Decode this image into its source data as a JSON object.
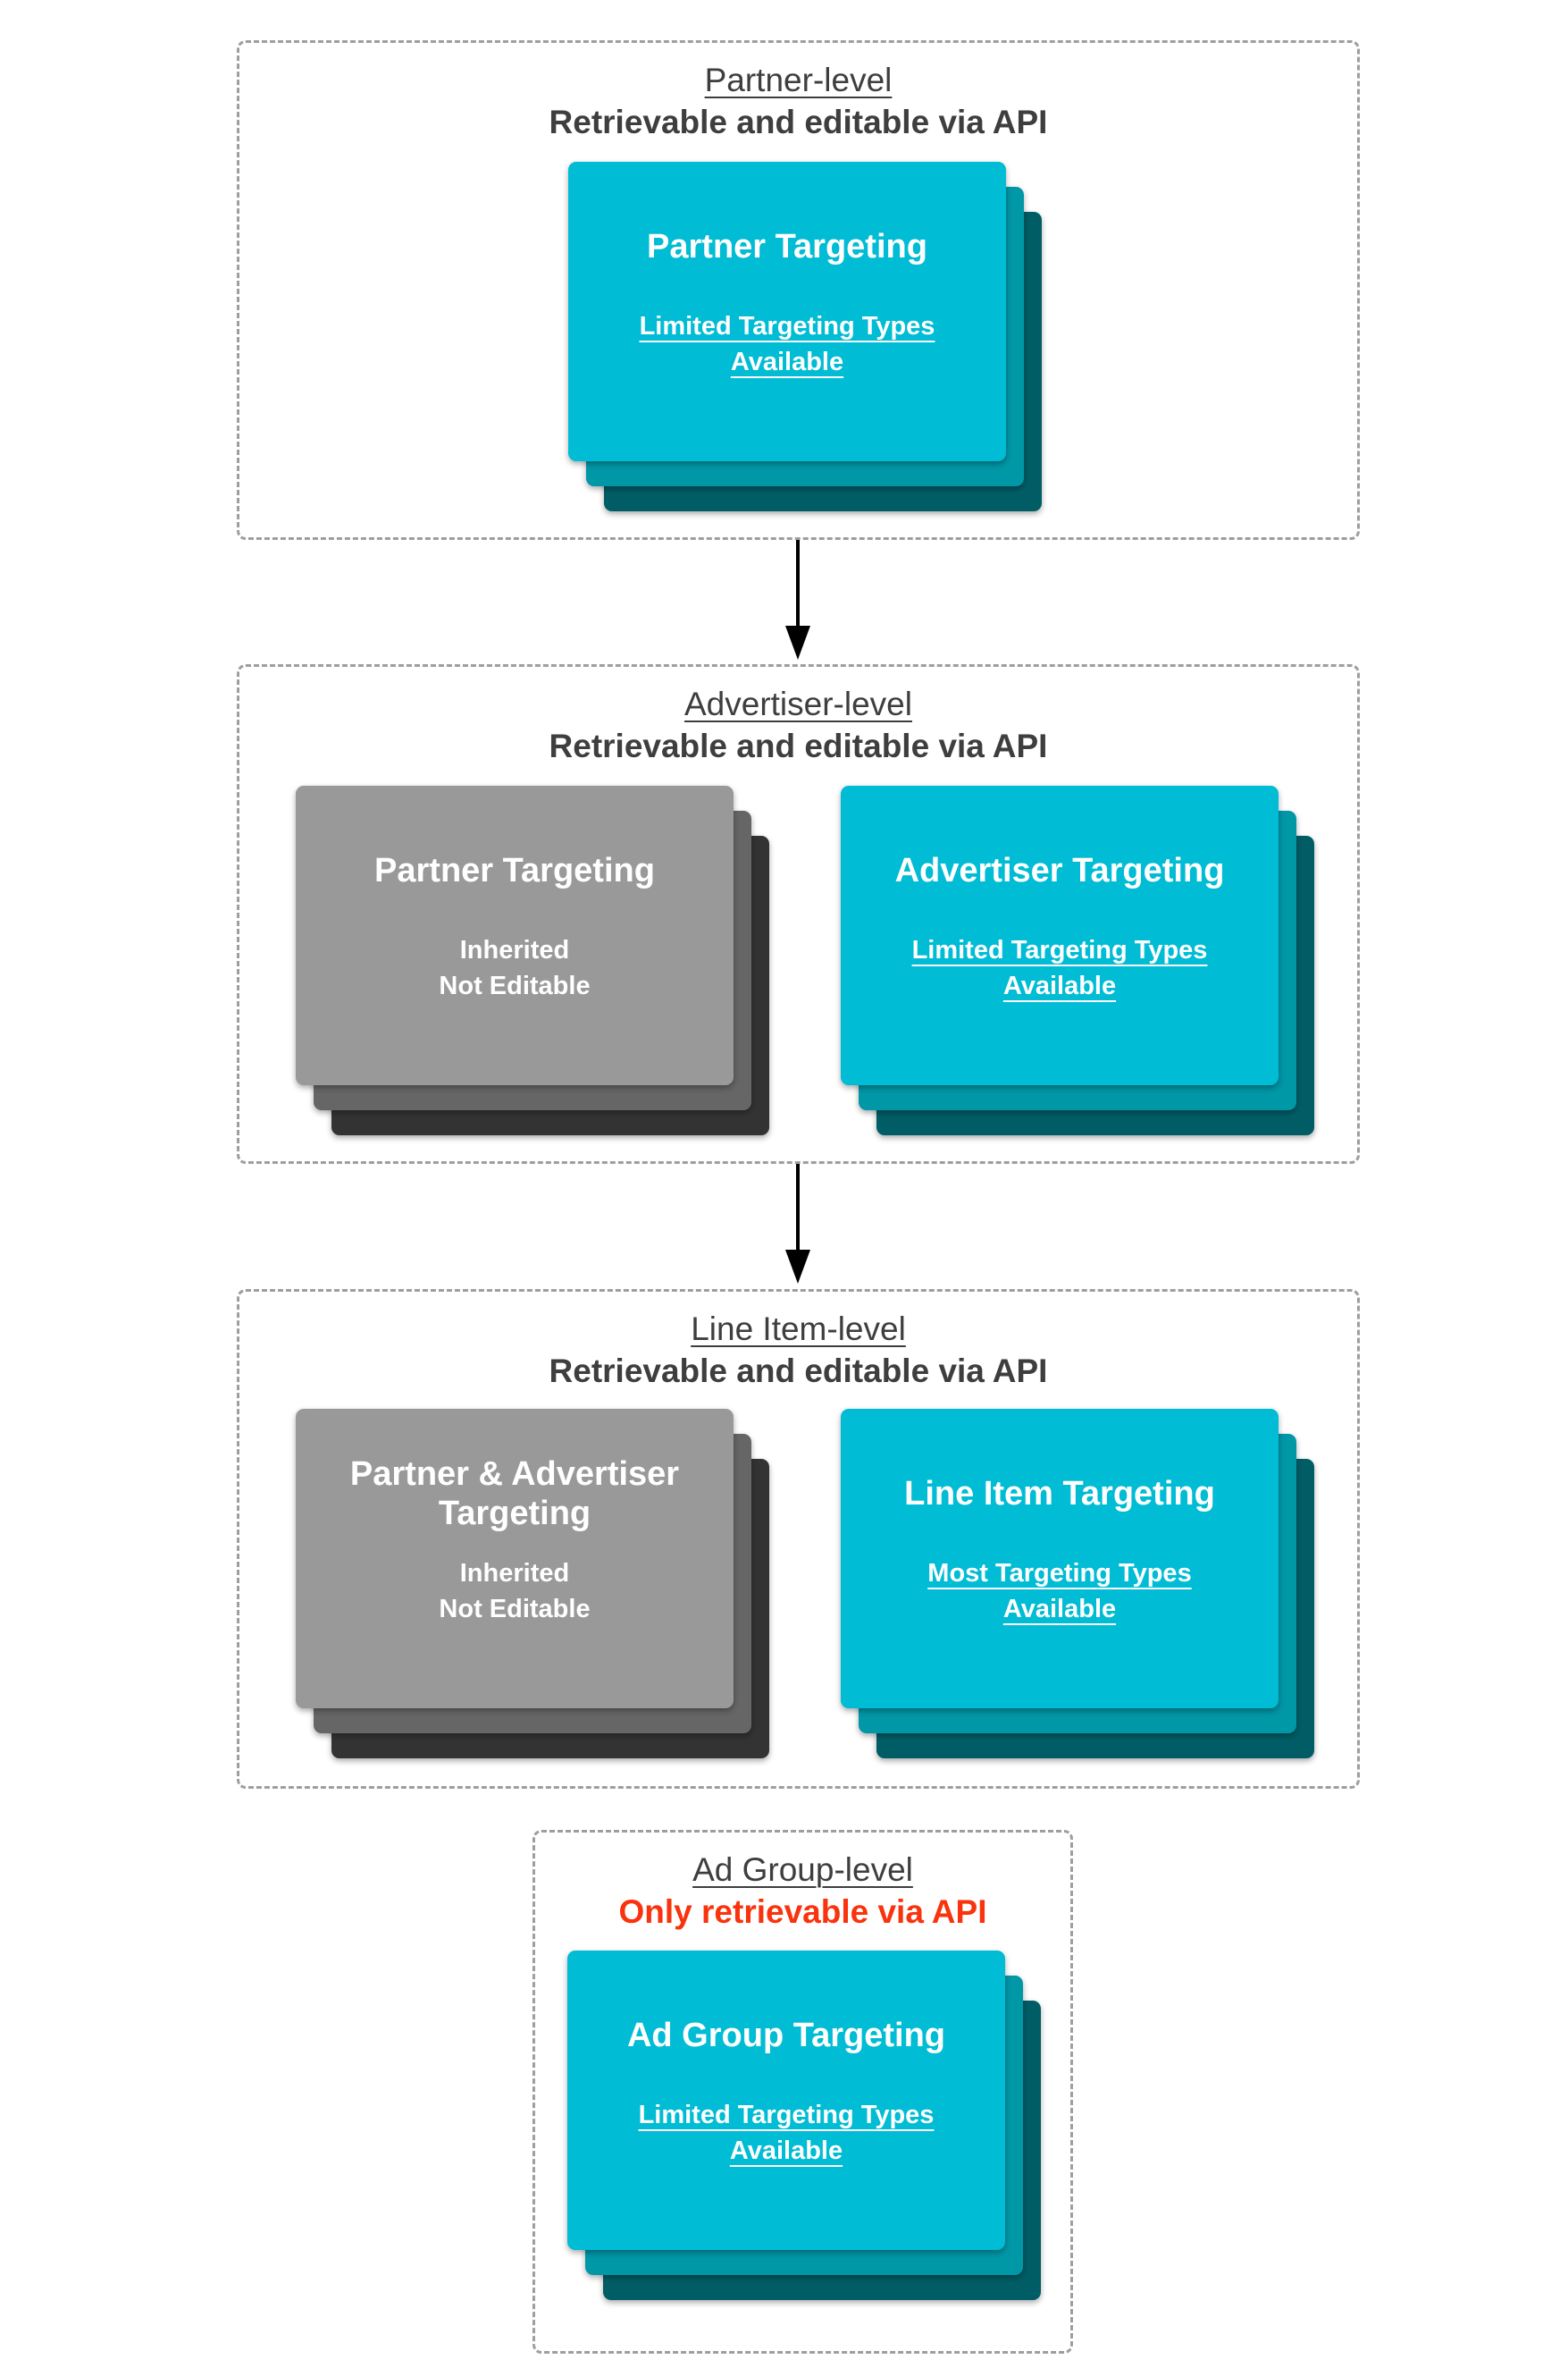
{
  "diagram": {
    "background": "#ffffff",
    "colors": {
      "teal_front": "#00bcd4",
      "teal_middle": "#0097a7",
      "teal_back": "#005d66",
      "gray_front": "#999999",
      "gray_middle": "#666666",
      "gray_back": "#333333",
      "header_text": "#3e3e3e",
      "alert_red": "#f9330d",
      "dashed_border": "#9e9e9e",
      "arrow": "#000000",
      "card_text": "#ffffff"
    }
  },
  "sections": [
    {
      "title": "Partner-level",
      "subtitle": "Retrievable and editable via API",
      "cards": [
        {
          "variant": "teal",
          "title": "Partner Targeting",
          "body_lines": [
            "Limited Targeting Types",
            "Available"
          ],
          "body_underlined": true
        }
      ]
    },
    {
      "title": "Advertiser-level",
      "subtitle": "Retrievable and editable via API",
      "cards": [
        {
          "variant": "gray",
          "title": "Partner Targeting",
          "body_lines": [
            "Inherited",
            "Not Editable"
          ],
          "body_underlined": false
        },
        {
          "variant": "teal",
          "title": "Advertiser Targeting",
          "body_lines": [
            "Limited Targeting Types",
            "Available"
          ],
          "body_underlined": true
        }
      ]
    },
    {
      "title": "Line Item-level",
      "subtitle": "Retrievable and editable via API",
      "cards": [
        {
          "variant": "gray",
          "title": "Partner & Advertiser Targeting",
          "body_lines": [
            "Inherited",
            "Not Editable"
          ],
          "body_underlined": false
        },
        {
          "variant": "teal",
          "title": "Line Item Targeting",
          "body_lines": [
            "Most Targeting Types",
            "Available"
          ],
          "body_underlined": true
        }
      ]
    },
    {
      "title": "Ad Group-level",
      "subtitle": "Only retrievable via API",
      "subtitle_is_red": true,
      "cards": [
        {
          "variant": "teal",
          "title": "Ad Group Targeting",
          "body_lines": [
            "Limited Targeting Types",
            "Available"
          ],
          "body_underlined": true
        }
      ]
    }
  ]
}
